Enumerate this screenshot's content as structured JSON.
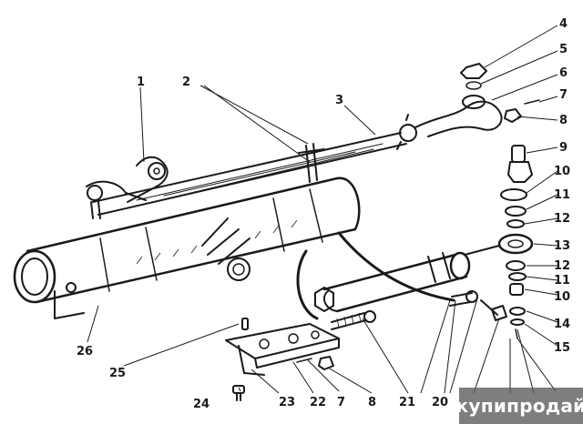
{
  "callouts": [
    {
      "id": "c1",
      "text": "1"
    },
    {
      "id": "c2",
      "text": "2"
    },
    {
      "id": "c3",
      "text": "3"
    },
    {
      "id": "c4",
      "text": "4"
    },
    {
      "id": "c5",
      "text": "5"
    },
    {
      "id": "c6",
      "text": "6"
    },
    {
      "id": "c7a",
      "text": "7"
    },
    {
      "id": "c8a",
      "text": "8"
    },
    {
      "id": "c9",
      "text": "9"
    },
    {
      "id": "c10a",
      "text": "10"
    },
    {
      "id": "c11a",
      "text": "11"
    },
    {
      "id": "c12a",
      "text": "12"
    },
    {
      "id": "c13",
      "text": "13"
    },
    {
      "id": "c12b",
      "text": "12"
    },
    {
      "id": "c11b",
      "text": "11"
    },
    {
      "id": "c10b",
      "text": "10"
    },
    {
      "id": "c14",
      "text": "14"
    },
    {
      "id": "c15",
      "text": "15"
    },
    {
      "id": "c26",
      "text": "26"
    },
    {
      "id": "c25",
      "text": "25"
    },
    {
      "id": "c24",
      "text": "24"
    },
    {
      "id": "c23",
      "text": "23"
    },
    {
      "id": "c22",
      "text": "22"
    },
    {
      "id": "c7b",
      "text": "7"
    },
    {
      "id": "c8b",
      "text": "8"
    },
    {
      "id": "c21",
      "text": "21"
    },
    {
      "id": "c20",
      "text": "20"
    }
  ],
  "watermark": {
    "text": "купипродай"
  },
  "colors": {
    "ink": "#1a1a1a",
    "paper": "#ffffff",
    "watermark_bg": "#5a5a5a"
  }
}
